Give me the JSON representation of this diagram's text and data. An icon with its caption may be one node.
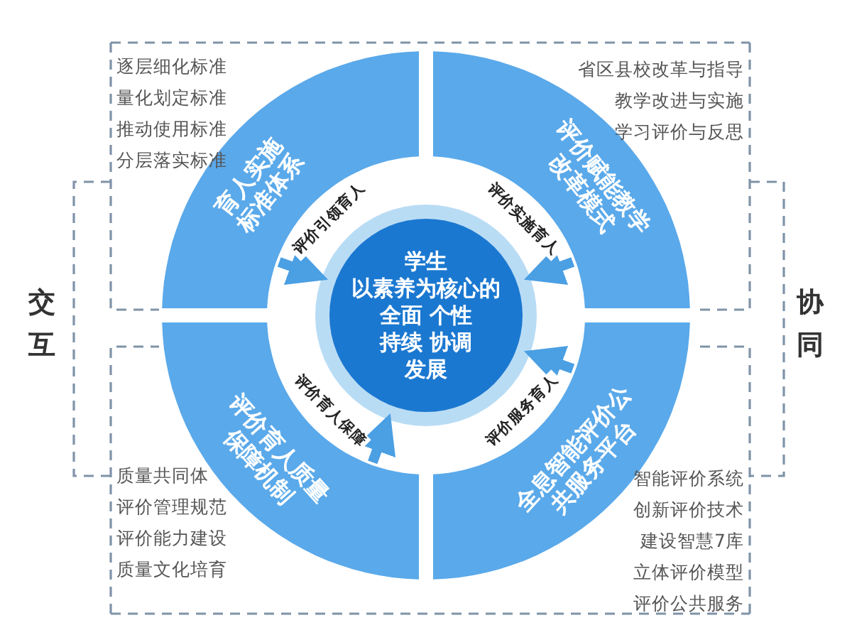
{
  "diagram": {
    "nodes": [
      {
        "text": [
          "育人实施标准体系"
        ],
        "beside": [
          "逐层细化标准",
          "量化划定标准",
          "推动使用标准",
          "分层落实标准"
        ]
      },
      {
        "text": [
          "评价赋能教学改革模式"
        ],
        "beside": [
          "省区县校改革与指导",
          "教学改进与实施",
          "学习评价与反思"
        ]
      },
      {
        "text": [
          "学生",
          "以素养为核心的",
          "全面 个性",
          "持续 协调",
          "发展"
        ]
      },
      {
        "text": [
          "评价育人质量保障机制"
        ],
        "beside": [
          "质量共同体",
          "评价管理规范",
          "评价能力建设",
          "质量文化培育"
        ]
      },
      {
        "text": [
          "全息智能评价公共服务平台"
        ],
        "beside": [
          "智能评价系统",
          "创新评价技术",
          "建设智慧7库",
          "立体评价模型",
          "评价公共服务"
        ]
      }
    ],
    "edges": [
      {
        "from": 0,
        "to": 2,
        "arrow": "to",
        "label": "评价引领育人"
      },
      {
        "from": 1,
        "to": 2,
        "arrow": "to",
        "label": "评价实施育人"
      },
      {
        "from": 3,
        "to": 2,
        "arrow": "to",
        "label": "评价育人保障"
      },
      {
        "from": 4,
        "to": 2,
        "arrow": "to",
        "label": "评价服务育人"
      }
    ],
    "labels": [
      "交互",
      "协同"
    ]
  }
}
